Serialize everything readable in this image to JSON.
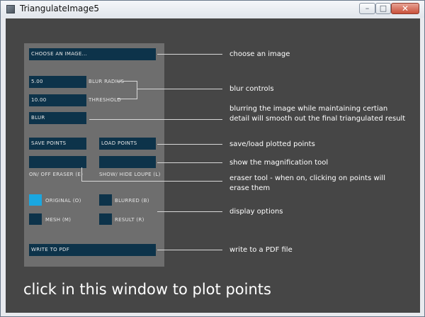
{
  "window": {
    "title": "TriangulateImage5",
    "minimize_glyph": "–",
    "maximize_glyph": "□",
    "close_glyph": "✕"
  },
  "panel": {
    "choose_image": "CHOOSE AN IMAGE...",
    "blur_radius_value": "5.00",
    "blur_radius_label": "BLUR RADIUS",
    "threshold_value": "10.00",
    "threshold_label": "THRESHOLD",
    "blur_button": "BLUR",
    "save_points": "SAVE POINTS",
    "load_points": "LOAD POINTS",
    "eraser_label": "ON/ OFF ERASER (E)",
    "loupe_label": "SHOW/ HIDE LOUPE (L)",
    "original_label": "ORIGINAL (O)",
    "original_checked": true,
    "blurred_label": "BLURRED (B)",
    "blurred_checked": false,
    "mesh_label": "MESH (M)",
    "mesh_checked": false,
    "result_label": "RESULT (R)",
    "result_checked": false,
    "write_pdf": "WRITE TO PDF"
  },
  "annotations": {
    "choose": "choose an image",
    "blur_controls": "blur controls",
    "blur_note": "blurring the image while maintaining certian detail will smooth out the final triangulated result",
    "save_load": "save/load plotted points",
    "magnify": "show the magnification tool",
    "eraser": "eraser tool - when on, clicking on points will erase them",
    "display": "display options",
    "pdf": "write to a PDF file"
  },
  "footer": "click in this window to plot points",
  "colors": {
    "canvas_bg": "#464646",
    "panel_bg": "#6e6e6e",
    "control_bg": "#0d334a",
    "active": "#1aa7e0"
  }
}
